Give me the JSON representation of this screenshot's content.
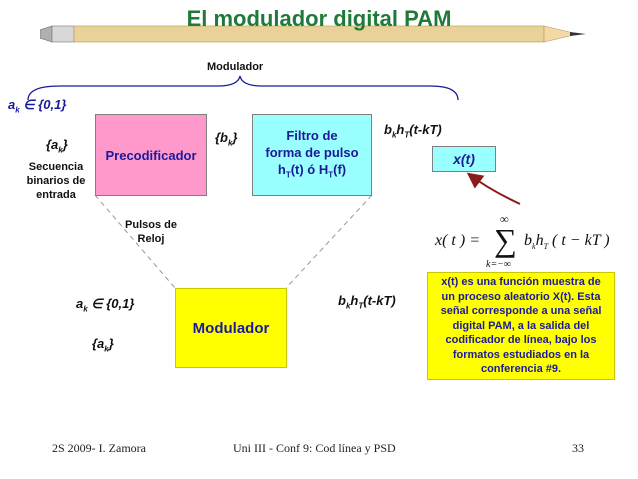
{
  "title": "El modulador digital PAM",
  "diagram": {
    "modulator_brace_label": "Modulador",
    "ak_set_top": "a",
    "ak_set_top_suffix": " ∈ {0,1}",
    "ak_seq_top": "{a",
    "ak_seq_top_suffix": "}",
    "input_label": "Secuencia binarios de entrada",
    "precoder_label": "Precodificador",
    "clock_label": "Pulsos de Reloj",
    "bk_label": "{b",
    "bk_suffix": "}",
    "filter_label_1": "Filtro de",
    "filter_label_2": "forma de pulso",
    "filter_label_3": "h",
    "filter_label_3b": "(t) ó  H",
    "filter_label_3c": "(f)",
    "output_expr_top": "b",
    "output_expr_top_mid": "h",
    "output_expr_top_end": "(t-kT)",
    "xt_label": "x(t)",
    "ak_set_bottom": "a",
    "ak_set_bottom_suffix": " ∈ {0,1}",
    "ak_seq_bottom": "{a",
    "ak_seq_bottom_suffix": "}",
    "modulator_box_label": "Modulador",
    "output_expr_bottom": "b",
    "output_expr_bottom_mid": "h",
    "output_expr_bottom_end": "(t-kT)",
    "sub_k": "k",
    "sub_T": "T"
  },
  "equation": {
    "lhs": "x( t ) =",
    "sum_top": "∞",
    "sum_symbol": "∑",
    "sum_bottom": "k=−∞",
    "rhs": "b",
    "rhs_mid": "h",
    "rhs_end": " ( t − kT )"
  },
  "note": "x(t) es una función muestra de un proceso aleatorio X(t). Esta señal corresponde a una señal digital PAM, a la salida del codificador de línea, bajo los formatos estudiados en la conferencia #9.",
  "footer": {
    "left": "2S 2009- I. Zamora",
    "center": "Uni III - Conf 9: Cod línea y PSD",
    "right": "33"
  },
  "colors": {
    "title": "#1f7a3a",
    "precoder_box": "#ff99cc",
    "filter_box": "#99ffff",
    "note_box": "#ffff00",
    "arrow": "#8b1a1a"
  },
  "icons": [
    "pencil-icon"
  ]
}
